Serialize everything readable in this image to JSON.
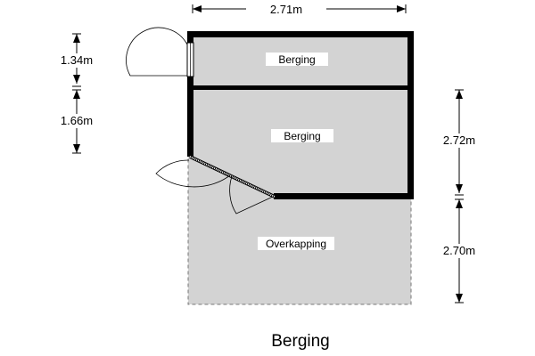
{
  "rooms": [
    {
      "name": "Berging"
    },
    {
      "name": "Berging"
    },
    {
      "name": "Overkapping"
    }
  ],
  "dimensions": {
    "top_width": "2.71m",
    "left_upper": "1.34m",
    "left_lower": "1.66m",
    "right_upper": "2.72m",
    "right_lower": "2.70m"
  },
  "title": "Berging"
}
